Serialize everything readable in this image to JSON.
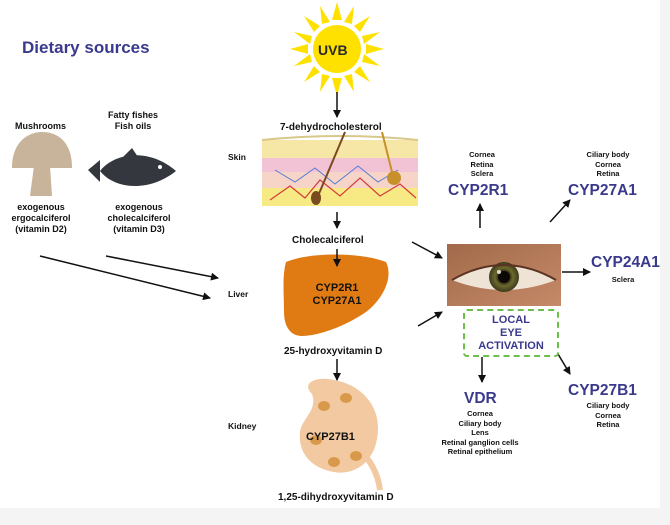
{
  "title": "Dietary sources",
  "sun_label": "UVB",
  "sources": {
    "mushrooms_title": "Mushrooms",
    "mushrooms_desc": [
      "exogenous",
      "ergocalciferol",
      "(vitamin D2)"
    ],
    "fish_title": [
      "Fatty fishes",
      "Fish oils"
    ],
    "fish_desc": [
      "exogenous",
      "cholecalciferol",
      "(vitamin D3)"
    ]
  },
  "pathway": {
    "precursor": "7-dehydrocholesterol",
    "skin_label": "Skin",
    "cholecalciferol": "Cholecalciferol",
    "liver_label": "Liver",
    "liver_enzymes": [
      "CYP2R1",
      "CYP27A1"
    ],
    "hydroxy": "25-hydroxyvitamin D",
    "kidney_label": "Kidney",
    "kidney_enzyme": "CYP27B1",
    "dihydroxy": "1,25-dihydroxyvitamin D"
  },
  "eye": {
    "local_box": [
      "LOCAL",
      "EYE",
      "ACTIVATION"
    ],
    "enzymes": {
      "cyp2r1": {
        "name": "CYP2R1",
        "tissues": [
          "Cornea",
          "Retina",
          "Sclera"
        ]
      },
      "cyp27a1": {
        "name": "CYP27A1",
        "tissues": [
          "Ciliary body",
          "Cornea",
          "Retina"
        ]
      },
      "cyp24a1": {
        "name": "CYP24A1",
        "tissues": [
          "Sclera"
        ]
      },
      "vdr": {
        "name": "VDR",
        "tissues": [
          "Cornea",
          "Ciliary body",
          "Lens",
          "Retinal ganglion cells",
          "Retinal epithelium"
        ]
      },
      "cyp27b1": {
        "name": "CYP27B1",
        "tissues": [
          "Ciliary body",
          "Cornea",
          "Retina"
        ]
      }
    }
  },
  "colors": {
    "title": "#3a3a8c",
    "liver": "#e07b14",
    "kidney": "#f2c9a0",
    "sun": "#ffe100",
    "box_border": "#6cc04a"
  }
}
